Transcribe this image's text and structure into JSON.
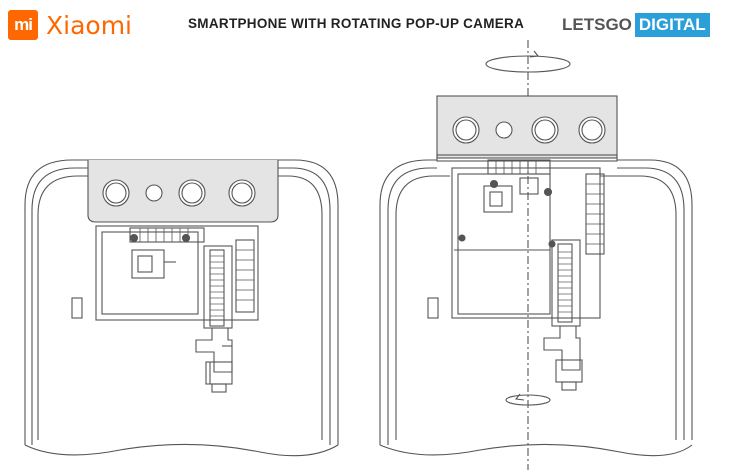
{
  "header": {
    "brand_badge": "mi",
    "brand_name": "Xiaomi",
    "title": "SMARTPHONE WITH ROTATING POP-UP CAMERA",
    "source_part1": "LETSGO",
    "source_part2": "DIGITAL"
  },
  "colors": {
    "brand_orange": "#ff6700",
    "source_blue": "#2a9fd8",
    "line": "#555555"
  },
  "icons": [
    "mi-logo-icon",
    "rotation-arrow-icon"
  ]
}
